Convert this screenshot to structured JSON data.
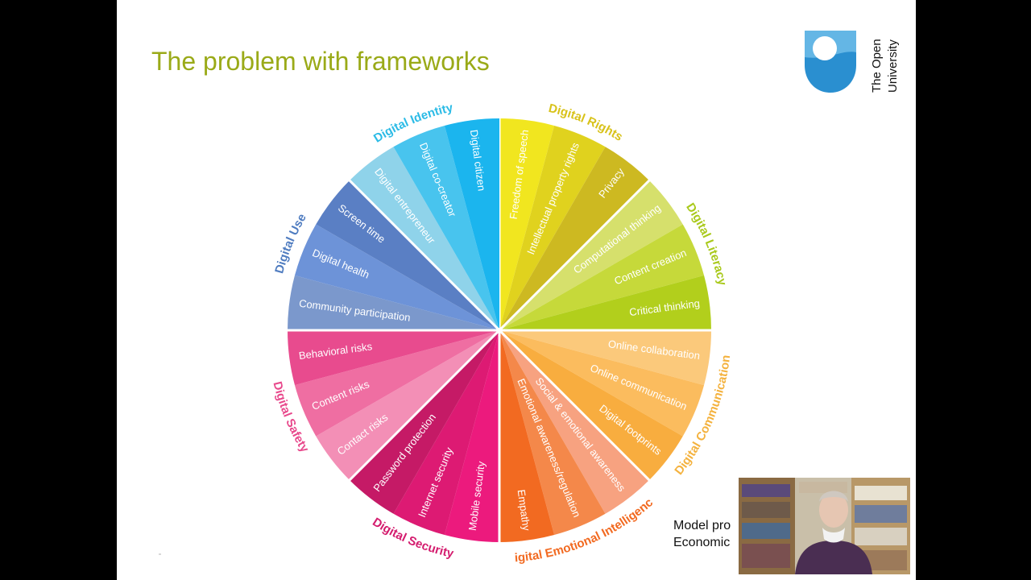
{
  "slide": {
    "title": "The problem with frameworks",
    "caption_lines": [
      "Model pro",
      "Economic"
    ]
  },
  "logo": {
    "line1": "The Open",
    "line2": "University",
    "icon": "shield-icon",
    "color": "#2a8fd0"
  },
  "wheel": {
    "groups": [
      {
        "name": "Digital Rights",
        "color": "#d8c21a",
        "items": [
          {
            "label": "Freedom of speech",
            "color": "#f1e61f"
          },
          {
            "label": "Intellectual property rights",
            "color": "#e0d21e"
          },
          {
            "label": "Privacy",
            "color": "#cdb921"
          }
        ]
      },
      {
        "name": "Digital Literacy",
        "color": "#a9c91b",
        "items": [
          {
            "label": "Computational thinking",
            "color": "#d6e06c"
          },
          {
            "label": "Content creation",
            "color": "#c6d93a"
          },
          {
            "label": "Critical thinking",
            "color": "#b2cf1c"
          }
        ]
      },
      {
        "name": "Digital Communication",
        "color": "#f4b23e",
        "items": [
          {
            "label": "Online collaboration",
            "color": "#fbc97b"
          },
          {
            "label": "Online communication",
            "color": "#fbbc5e"
          },
          {
            "label": "Digital footprints",
            "color": "#f8ad3f"
          }
        ]
      },
      {
        "name": "Digital Emotional Intelligence",
        "color": "#f26a21",
        "items": [
          {
            "label": "Social & emotional awareness",
            "color": "#f7a280"
          },
          {
            "label": "Emotional awareness/regulation",
            "color": "#f4884a"
          },
          {
            "label": "Empathy",
            "color": "#f26a21"
          }
        ]
      },
      {
        "name": "Digital Security",
        "color": "#d41c6e",
        "items": [
          {
            "label": "Mobile security",
            "color": "#ec1a7d"
          },
          {
            "label": "Internet security",
            "color": "#dd1a73"
          },
          {
            "label": "Password protection",
            "color": "#c51a66"
          }
        ]
      },
      {
        "name": "Digital Safety",
        "color": "#e8498c",
        "items": [
          {
            "label": "Contact risks",
            "color": "#f38fb6"
          },
          {
            "label": "Content risks",
            "color": "#ef6ea2"
          },
          {
            "label": "Behavioral risks",
            "color": "#e84b8e"
          }
        ]
      },
      {
        "name": "Digital Use",
        "color": "#4f7cc0",
        "items": [
          {
            "label": "Community participation",
            "color": "#7b98cc"
          },
          {
            "label": "Digital health",
            "color": "#6d93d8"
          },
          {
            "label": "Screen time",
            "color": "#5a7fc4"
          }
        ]
      },
      {
        "name": "Digital Identity",
        "color": "#2bbbe6",
        "items": [
          {
            "label": "Digital entrepreneur",
            "color": "#8fd3ea"
          },
          {
            "label": "Digital co-creator",
            "color": "#48c4ee"
          },
          {
            "label": "Digital citizen",
            "color": "#1bb5ee"
          }
        ]
      }
    ]
  },
  "webcam": {
    "label": "presenter-video"
  }
}
